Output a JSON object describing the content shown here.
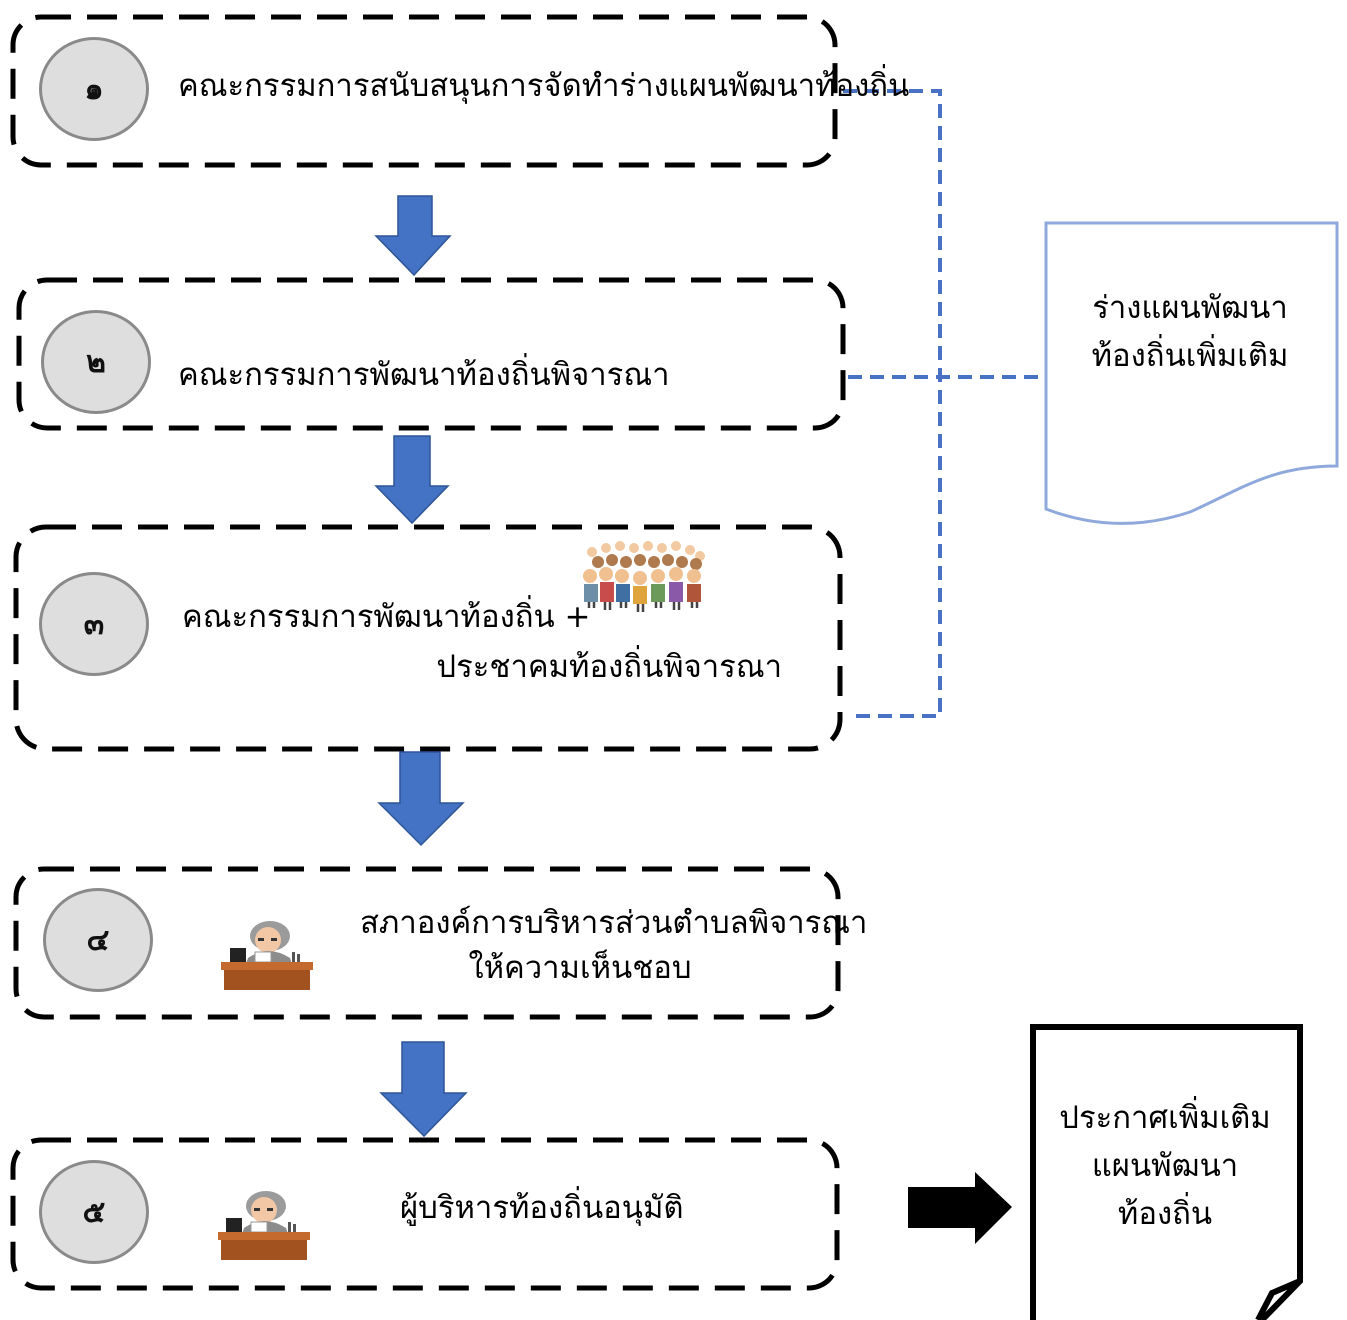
{
  "steps": [
    {
      "num": "๑",
      "text": "คณะกรรมการสนับสนุนการจัดทำร่างแผนพัฒนาท้องถิ่น"
    },
    {
      "num": "๒",
      "text": "คณะกรรมการพัฒนาท้องถิ่นพิจารณา"
    },
    {
      "num": "๓",
      "text_line1": "คณะกรรมการพัฒนาท้องถิ่น +",
      "text_line2": "ประชาคมท้องถิ่นพิจารณา"
    },
    {
      "num": "๔",
      "text_line1": "สภาองค์การบริหารส่วนตำบลพิจารณา",
      "text_line2": "ให้ความเห็นชอบ"
    },
    {
      "num": "๕",
      "text": "ผู้บริหารท้องถิ่นอนุมัติ"
    }
  ],
  "side_doc": {
    "line1": "ร่างแผนพัฒนา",
    "line2": "ท้องถิ่นเพิ่มเติม"
  },
  "final_doc": {
    "line1": "ประกาศเพิ่มเติม",
    "line2": "แผนพัฒนา",
    "line3": "ท้องถิ่น"
  },
  "colors": {
    "arrow_blue": "#4472c4",
    "dash_blue": "#4a72c4",
    "doc_outline": "#8fa9dc",
    "circle_fill": "#dedede"
  }
}
